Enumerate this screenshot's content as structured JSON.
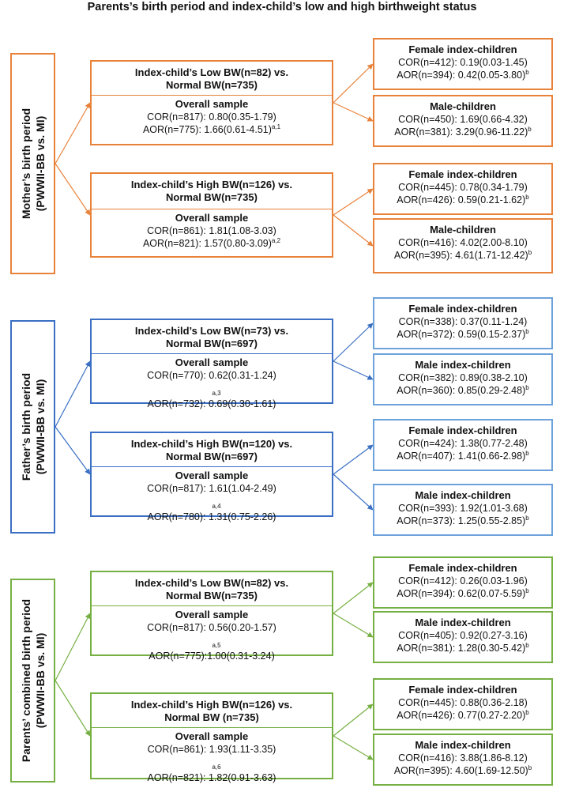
{
  "title": "Parents’s birth period and index-child’s low and high birthweight status",
  "colors": {
    "mother": "#e8823a",
    "father": "#3a6fc4",
    "father_light": "#6ea2db",
    "combined": "#76b043"
  },
  "panels": [
    {
      "key": "mother",
      "side_label": [
        "Mother’s birth period",
        "(PWWII-BB vs. MI)"
      ],
      "groups": [
        {
          "header": [
            "Index-child’s Low BW(n=82) vs.",
            "Normal BW(n=735)"
          ],
          "subtitle": "Overall sample",
          "cor": "COR(n=817): 0.80(0.35-1.79)",
          "aor": "AOR(n=775): 1.66(0.61-4.51)",
          "aor_sup": "a,1",
          "outcomes": [
            {
              "title": "Female index-children",
              "cor": "COR(n=412): 0.19(0.03-1.45)",
              "aor": "AOR(n=394): 0.42(0.05-3.80)",
              "sup": "b"
            },
            {
              "title": "Male-children",
              "cor": "COR(n=450): 1.69(0.66-4.32)",
              "aor": "AOR(n=381): 3.29(0.96-11.22)",
              "sup": "b"
            }
          ]
        },
        {
          "header": [
            "Index-child’s High BW(n=126) vs.",
            "Normal BW(n=735)"
          ],
          "subtitle": "Overall sample",
          "cor": "COR(n=861): 1.81(1.08-3.03)",
          "aor": "AOR(n=821): 1.57(0.80-3.09)",
          "aor_sup": "a,2",
          "outcomes": [
            {
              "title": "Female index-children",
              "cor": "COR(n=445): 0.78(0.34-1.79)",
              "aor": "AOR(n=426): 0.59(0.21-1.62)",
              "sup": "b"
            },
            {
              "title": "Male-children",
              "cor": "COR(n=416): 4.02(2.00-8.10)",
              "aor": "AOR(n=395): 4.61(1.71-12.42)",
              "sup": "b"
            }
          ]
        }
      ]
    },
    {
      "key": "father",
      "side_label": [
        "Father’s birth period",
        "(PWWII-BB vs. MI)"
      ],
      "groups": [
        {
          "header": [
            "Index-child’s Low BW(n=73) vs.",
            "Normal BW(n=697)"
          ],
          "subtitle": "Overall sample",
          "cor": "COR(n=770): 0.62(0.31-1.24)",
          "aor": "AOR(n=732): 0.69(0.30-1.61)",
          "cor_sup": "a,3",
          "outcomes": [
            {
              "title": "Female index-children",
              "cor": "COR(n=338): 0.37(0.11-1.24)",
              "aor": "AOR(n=372): 0.59(0.15-2.37)",
              "sup": "b"
            },
            {
              "title": "Male index-children",
              "cor": "COR(n=382): 0.89(0.38-2.10)",
              "aor": "AOR(n=360): 0.85(0.29-2.48)",
              "sup": "b"
            }
          ]
        },
        {
          "header": [
            "Index-child’s High BW(n=120) vs.",
            "Normal BW(n=697)"
          ],
          "subtitle": "Overall sample",
          "cor": "COR(n=817): 1.61(1.04-2.49)",
          "aor": "AOR(n=780): 1.31(0.75-2.26)",
          "cor_sup": "a,4",
          "outcomes": [
            {
              "title": "Female index-children",
              "cor": "COR(n=424): 1.38(0.77-2.48)",
              "aor": "AOR(n=407): 1.41(0.66-2.98)",
              "sup": "b"
            },
            {
              "title": "Male index-children",
              "cor": "COR(n=393): 1.92(1.01-3.68)",
              "aor": "AOR(n=373): 1.25(0.55-2.85)",
              "sup": "b"
            }
          ]
        }
      ]
    },
    {
      "key": "combined",
      "side_label": [
        "Parents’ combined birth period",
        "(PWWII-BB vs. MI)"
      ],
      "groups": [
        {
          "header": [
            "Index-child’s Low BW(n=82) vs.",
            "Normal BW(n=735)"
          ],
          "subtitle": "Overall sample",
          "cor": "COR(n=817): 0.56(0.20-1.57)",
          "aor": "AOR(n=775):1.00(0.31-3.24)",
          "cor_sup": "a,5",
          "outcomes": [
            {
              "title": "Female index-children",
              "cor": "COR(n=412): 0.26(0.03-1.96)",
              "aor": "AOR(n=394): 0.62(0.07-5.59)",
              "sup": "b"
            },
            {
              "title": "Male index-children",
              "cor": "COR(n=405): 0.92(0.27-3.16)",
              "aor": "AOR(n=381): 1.28(0.30-5.42)",
              "sup": "b"
            }
          ]
        },
        {
          "header": [
            "Index-child’s High BW(n=126) vs.",
            "Normal BW (n=735)"
          ],
          "subtitle": "Overall sample",
          "cor": "COR(n=861): 1.93(1.11-3.35)",
          "aor": "AOR(n=821): 1.82(0.91-3.63)",
          "cor_sup": "a,6",
          "outcomes": [
            {
              "title": "Female index-children",
              "cor": "COR(n=445): 0.88(0.36-2.18)",
              "aor": "AOR(n=426): 0.77(0.27-2.20)",
              "sup": "b"
            },
            {
              "title": "Male index-children",
              "cor": "COR(n=416): 3.88(1.86-8.12)",
              "aor": "AOR(n=395): 4.60(1.69-12.50)",
              "sup": "b"
            }
          ]
        }
      ]
    }
  ]
}
